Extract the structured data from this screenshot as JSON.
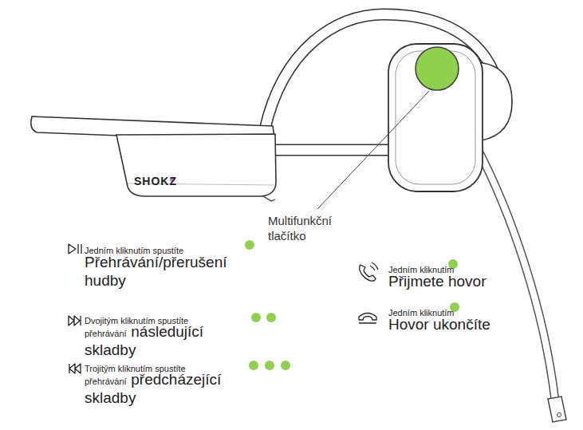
{
  "diagram": {
    "labels": [
      "SHOKZ",
      "Multifunkční tlačítko",
      "Jedním kliknutím spustíte",
      "Přehrávání/přerušení hudby",
      "Dvojitým kliknutím spustíte",
      "přehrávání",
      "následující skladby",
      "Trojitým kliknutím spustíte",
      "přehrávání",
      "předcházející skladby",
      "Jedním kliknutím",
      "Přijmete hovor",
      "Jedním kliknutím",
      "Hovor ukončíte"
    ]
  }
}
